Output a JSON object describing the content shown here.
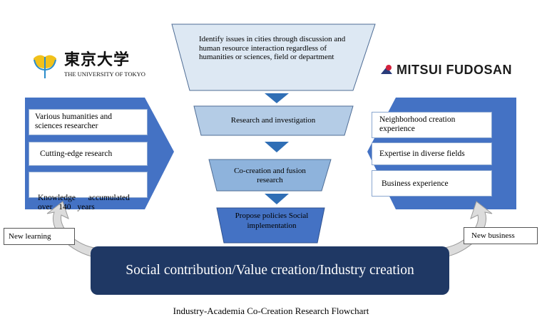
{
  "logos": {
    "left": {
      "name_jp": "東京大学",
      "name_en": "THE UNIVERSITY OF TOKYO"
    },
    "right": {
      "name": "MITSUI FUDOSAN"
    }
  },
  "funnel": {
    "stage1": "Identify issues in cities through discussion and human resource interaction regardless of humanities or sciences, field or department",
    "stage2": "Research and investigation",
    "stage3": "Co-creation and fusion research",
    "stage4": "Propose policies Social implementation"
  },
  "left_panel": {
    "items": [
      "Various humanities and sciences researcher",
      "Cutting-edge research",
      "Knowledge  accumulated over 140 years"
    ]
  },
  "right_panel": {
    "items": [
      "Neighborhood creation experience",
      "Expertise in diverse fields",
      "Business experience"
    ]
  },
  "feedback": {
    "left_label": "New learning",
    "right_label": "New business"
  },
  "banner": "Social contribution/Value creation/Industry creation",
  "caption": "Industry-Academia Co-Creation Research Flowchart",
  "colors": {
    "panel_blue": "#4472c4",
    "stage1_fill": "#dde8f3",
    "stage2_fill": "#b4cce6",
    "stage3_fill": "#8eb3dc",
    "stage4_fill": "#4472c4",
    "arrow_blue": "#2f6eb5",
    "banner_navy": "#1f3864"
  }
}
